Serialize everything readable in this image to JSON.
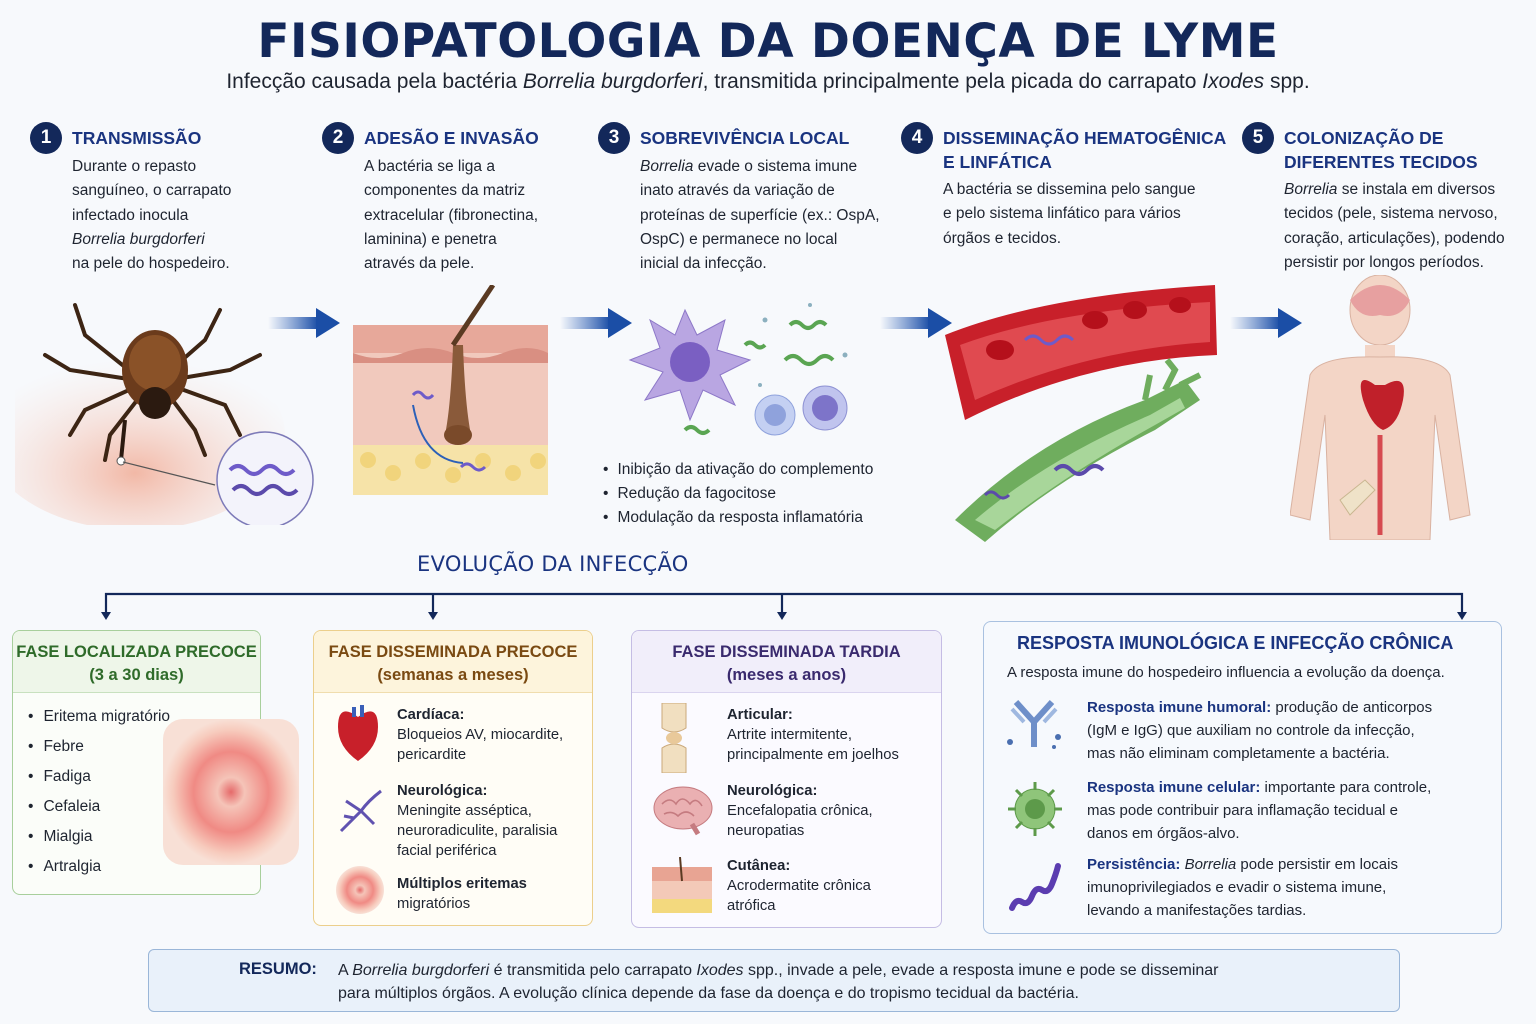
{
  "title": "FISIOPATOLOGIA DA DOENÇA DE LYME",
  "subtitle": {
    "pre": "Infecção causada pela bactéria ",
    "species": "Borrelia burgdorferi",
    "mid": ", transmitida principalmente pela picada do carrapato ",
    "genus": "Ixodes",
    "post": " spp."
  },
  "steps": [
    {
      "num": "1",
      "title": "TRANSMISSÃO",
      "lines": [
        "Durante o repasto",
        "sanguíneo, o carrapato",
        "infectado inocula",
        "Borrelia burgdorferi",
        "na pele do hospedeiro."
      ]
    },
    {
      "num": "2",
      "title": "ADESÃO E INVASÃO",
      "lines": [
        "A bactéria se liga a",
        "componentes da matriz",
        "extracelular (fibronectina,",
        "laminina) e penetra",
        "através da pele."
      ]
    },
    {
      "num": "3",
      "title": "SOBREVIVÊNCIA LOCAL",
      "line1_italic": "Borrelia",
      "line1_rest": " evade o sistema imune",
      "lines": [
        "inato através da variação de",
        "proteínas de superfície (ex.: OspA,",
        "OspC) e permanece no local",
        "inicial da infecção."
      ]
    },
    {
      "num": "4",
      "title1": "DISSEMINAÇÃO HEMATOGÊNICA",
      "title2": "E LINFÁTICA",
      "lines": [
        "A bactéria se dissemina pelo sangue",
        "e pelo sistema linfático para vários",
        "órgãos e tecidos."
      ]
    },
    {
      "num": "5",
      "title1": "COLONIZAÇÃO DE",
      "title2": "DIFERENTES TECIDOS",
      "line1_italic": "Borrelia",
      "line1_rest": " se instala em diversos",
      "lines": [
        "tecidos (pele, sistema nervoso,",
        "coração, articulações), podendo",
        "persistir por longos períodos."
      ]
    }
  ],
  "immune_evasion": [
    "Inibição da ativação do complemento",
    "Redução da fagocitose",
    "Modulação da resposta inflamatória"
  ],
  "evolution_title": "EVOLUÇÃO DA INFECÇÃO",
  "phase1": {
    "title": "FASE LOCALIZADA PRECOCE",
    "period": "(3 a 30 dias)",
    "items": [
      "Eritema migratório",
      "Febre",
      "Fadiga",
      "Cefaleia",
      "Mialgia",
      "Artralgia"
    ]
  },
  "phase2": {
    "title": "FASE DISSEMINADA PRECOCE",
    "period": "(semanas a meses)",
    "items": [
      {
        "label": "Cardíaca:",
        "l1": "Bloqueios AV, miocardite,",
        "l2": "pericardite"
      },
      {
        "label": "Neurológica:",
        "l1": "Meningite asséptica,",
        "l2": "neuroradiculite, paralisia",
        "l3": "facial periférica"
      },
      {
        "label": "Múltiplos eritemas",
        "l1": "migratórios"
      }
    ]
  },
  "phase3": {
    "title": "FASE DISSEMINADA TARDIA",
    "period": "(meses a anos)",
    "items": [
      {
        "label": "Articular:",
        "l1": "Artrite intermitente,",
        "l2": "principalmente em joelhos"
      },
      {
        "label": "Neurológica:",
        "l1": "Encefalopatia crônica,",
        "l2": "neuropatias"
      },
      {
        "label": "Cutânea:",
        "l1": "Acrodermatite crônica",
        "l2": "atrófica"
      }
    ]
  },
  "immune": {
    "title": "RESPOSTA IMUNOLÓGICA E INFECÇÃO CRÔNICA",
    "intro": "A resposta imune do hospedeiro influencia a evolução da doença.",
    "humoral": {
      "label": "Resposta imune humoral:",
      "l1": " produção de anticorpos",
      "l2": "(IgM e IgG) que auxiliam no controle da infecção,",
      "l3": "mas não eliminam completamente a bactéria."
    },
    "cellular": {
      "label": "Resposta imune celular:",
      "l1": " importante para controle,",
      "l2": "mas pode contribuir para inflamação tecidual e",
      "l3": "danos em órgãos-alvo."
    },
    "persist": {
      "label": "Persistência:",
      "italic": "Borrelia",
      "l1": " pode persistir em locais",
      "l2": "imunoprivilegiados e evadir o sistema imune,",
      "l3": "levando a manifestações tardias."
    }
  },
  "summary": {
    "label": "RESUMO:",
    "p1": "A ",
    "species": "Borrelia burgdorferi",
    "p2": " é transmitida pelo carrapato ",
    "genus": "Ixodes",
    "p3": " spp., invade a pele, evade a resposta imune e pode se disseminar",
    "line2": "para múltiplos órgãos. A evolução clínica depende da fase da doença e do tropismo tecidual da bactéria."
  },
  "colors": {
    "navy": "#13285a",
    "green": "#2f6b2a",
    "amber": "#7a4a12",
    "purple": "#3a2a6e",
    "blue": "#1a3480"
  },
  "icons": [
    "tick-icon",
    "bacteria-icon",
    "skin-layer-icon",
    "macrophage-icon",
    "blood-vessel-icon",
    "lymph-vessel-icon",
    "human-body-icon",
    "heart-icon",
    "nerve-icon",
    "rash-icon",
    "knee-joint-icon",
    "brain-icon",
    "skin-icon",
    "antibody-icon",
    "immune-cell-icon",
    "spirochete-icon"
  ]
}
